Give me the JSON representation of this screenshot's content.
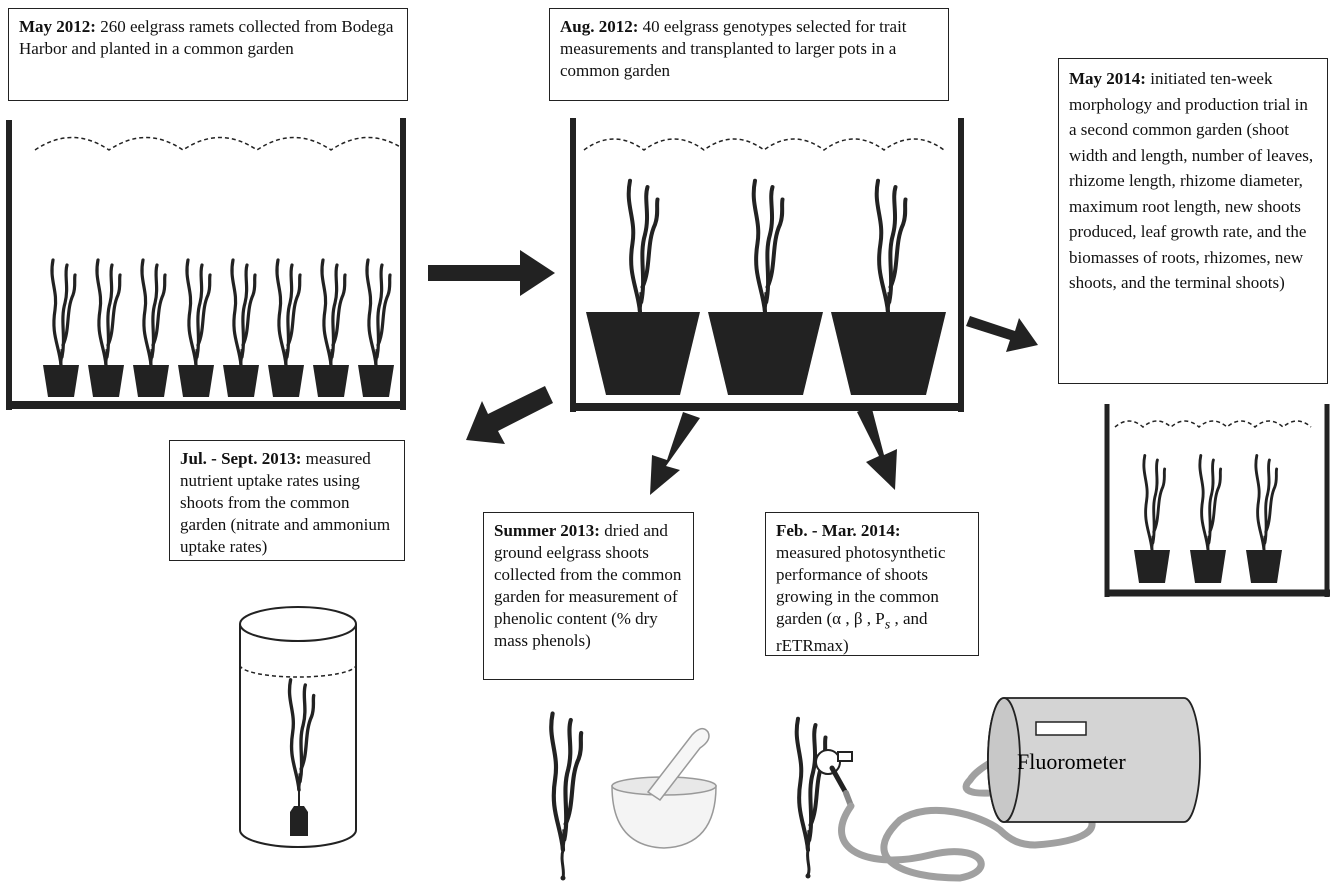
{
  "steps": {
    "may2012": {
      "date": "May 2012:",
      "text": " 260 eelgrass ramets collected from Bodega Harbor and planted in a common garden"
    },
    "aug2012": {
      "date": "Aug. 2012:",
      "text": " 40 eelgrass genotypes selected for trait measurements and transplanted to larger pots in a common garden"
    },
    "may2014": {
      "date": "May 2014:",
      "text": " initiated ten-week morphology and production trial in a second common garden (shoot width and length, number of leaves, rhizome length, rhizome diameter, maximum root length, new shoots produced, leaf growth rate, and the biomasses of roots, rhizomes, new shoots, and the terminal shoots)"
    },
    "jul2013": {
      "date": "Jul. - Sept. 2013:",
      "text": " measured nutrient uptake rates using shoots from the common garden (nitrate and ammonium uptake rates)"
    },
    "summer2013": {
      "date": "Summer 2013:",
      "text": " dried and ground eelgrass shoots collected from the common garden for measurement of phenolic content (% dry mass phenols)"
    },
    "feb2014": {
      "date": "Feb. - Mar. 2014:",
      "text_a": " measured photosynthetic performance of shoots growing in the common garden (",
      "symbols": "α , β , P",
      "subscript": "s",
      "text_b": " , and rETRmax)"
    }
  },
  "fluorometer_label": "Fluorometer",
  "colors": {
    "ink": "#222222",
    "cable": "#a0a0a0",
    "fluor_body": "#d4d4d4",
    "mortar": "#f4f4f4"
  }
}
